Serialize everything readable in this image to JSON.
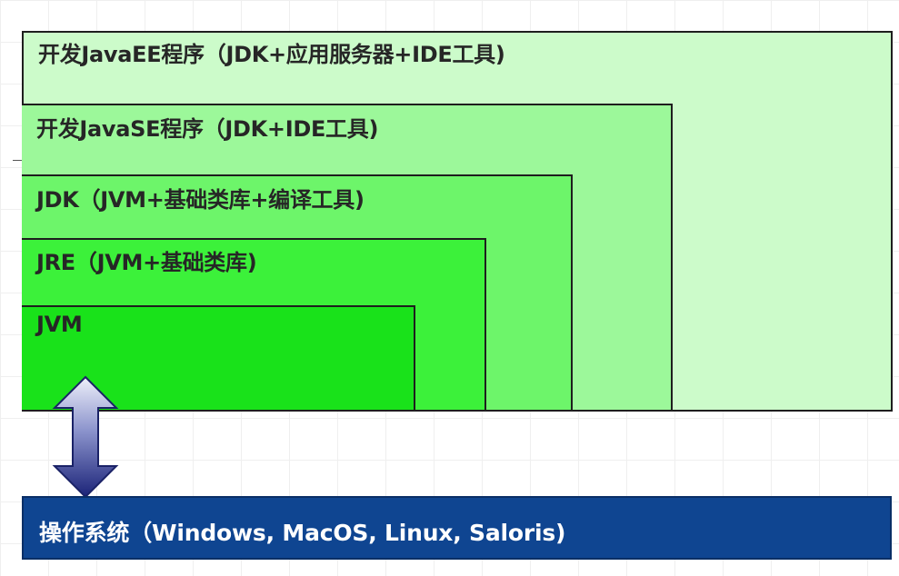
{
  "boxes": {
    "javaee": {
      "label": "开发JavaEE程序（JDK+应用服务器+IDE工具)",
      "color": "#ccfbca"
    },
    "javase": {
      "label": "开发JavaSE程序（JDK+IDE工具)",
      "color": "#9cf89a"
    },
    "jdk": {
      "label": "JDK（JVM+基础类库+编译工具)",
      "color": "#6df56a"
    },
    "jre": {
      "label": "JRE（JVM+基础类库)",
      "color": "#3cf13a"
    },
    "jvm": {
      "label": "JVM",
      "color": "#19e21a"
    }
  },
  "os": {
    "label": "操作系统（Windows, MacOS, Linux, Saloris)",
    "color": "#0f4591"
  },
  "arrow": {
    "type": "double-headed-vertical"
  }
}
